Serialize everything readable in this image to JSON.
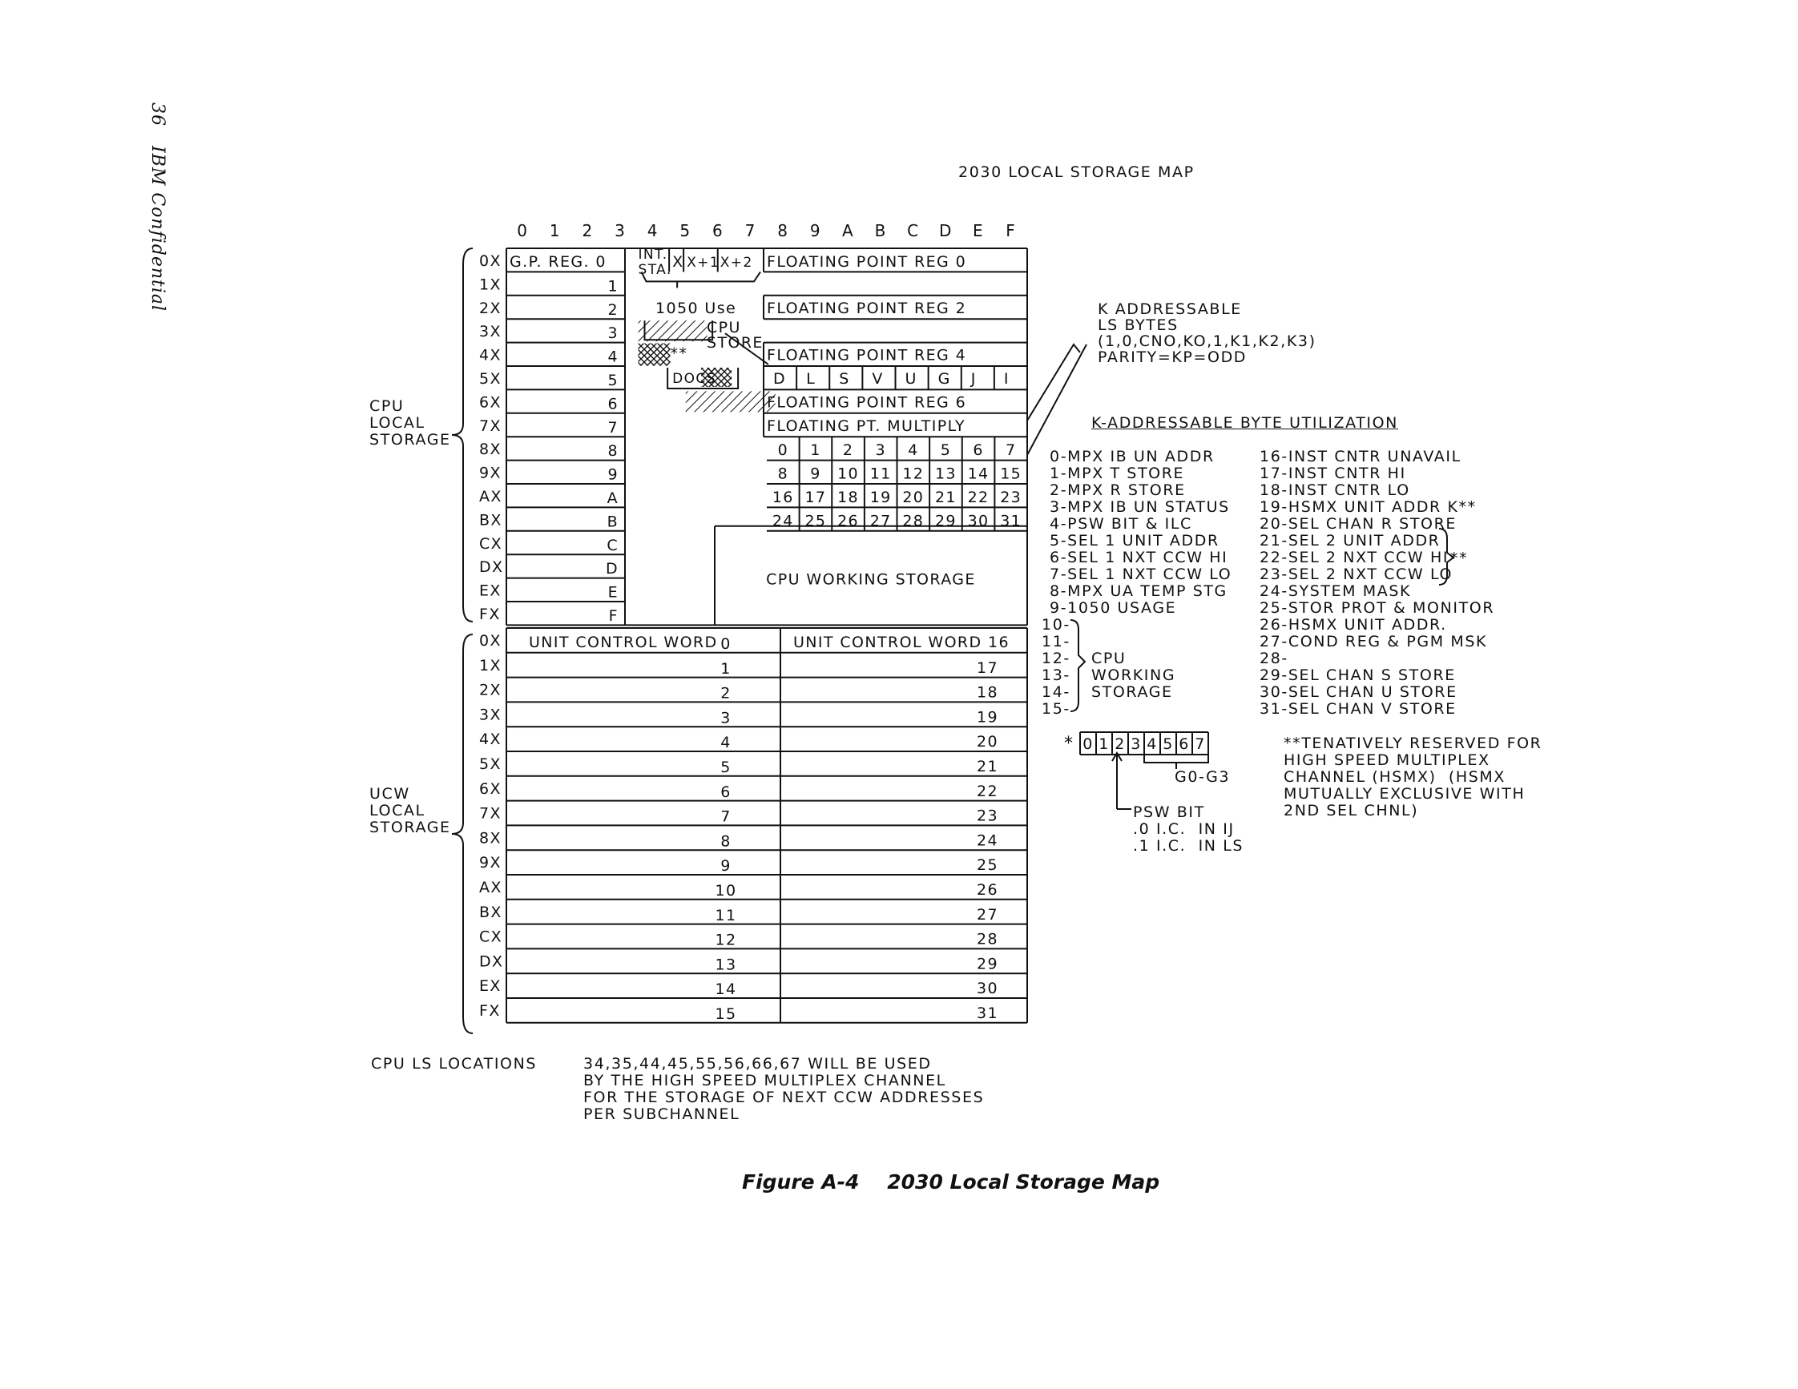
{
  "page": {
    "side_label": "36   IBM Confidential",
    "title": "2030 LOCAL STORAGE MAP",
    "caption": "Figure A-4    2030 Local Storage Map"
  },
  "column_headers": [
    "0",
    "1",
    "2",
    "3",
    "4",
    "5",
    "6",
    "7",
    "8",
    "9",
    "A",
    "B",
    "C",
    "D",
    "E",
    "F"
  ],
  "row_labels": [
    "0X",
    "1X",
    "2X",
    "3X",
    "4X",
    "5X",
    "6X",
    "7X",
    "8X",
    "9X",
    "AX",
    "BX",
    "CX",
    "DX",
    "EX",
    "FX"
  ],
  "cpu_section": {
    "group_label": "CPU\nLOCAL\nSTORAGE",
    "gp_reg_0": "G.P.  REG.  0",
    "gp_numbers": [
      "1",
      "2",
      "3",
      "4",
      "5",
      "6",
      "7",
      "8",
      "9",
      "A",
      "B",
      "C",
      "D",
      "E",
      "F"
    ],
    "int_sta": "INT.\nSTA.",
    "x_label": "X",
    "x1_label": "X+1",
    "x2_label": "X+2",
    "use_1050": "1050 Use",
    "cpu_store": "CPU\nSTORE",
    "stars": "**",
    "docs": "DOCS",
    "fp_reg_0": "FLOATING POINT REG 0",
    "fp_reg_2": "FLOATING POINT REG 2",
    "fp_reg_4": "FLOATING POINT REG 4",
    "fp_reg_6": "FLOATING POINT REG 6",
    "fp_multiply": "FLOATING PT. MULTIPLY",
    "flag_row": [
      "D",
      "L",
      "S",
      "V",
      "U",
      "G",
      "J",
      "I"
    ],
    "k_rows": [
      [
        "0",
        "1",
        "2",
        "3",
        "4",
        "5",
        "6",
        "7"
      ],
      [
        "8",
        "9",
        "10",
        "11",
        "12",
        "13",
        "14",
        "15"
      ],
      [
        "16",
        "17",
        "18",
        "19",
        "20",
        "21",
        "22",
        "23"
      ],
      [
        "24",
        "25",
        "26",
        "27",
        "28",
        "29",
        "30",
        "31"
      ]
    ],
    "working_storage": "CPU WORKING STORAGE"
  },
  "ucw_section": {
    "group_label": "UCW\nLOCAL\nSTORAGE",
    "ucw_left": "UNIT CONTROL WORD",
    "ucw_right": "UNIT CONTROL WORD 16",
    "left_numbers": [
      "0",
      "1",
      "2",
      "3",
      "4",
      "5",
      "6",
      "7",
      "8",
      "9",
      "10",
      "11",
      "12",
      "13",
      "14",
      "15"
    ],
    "right_numbers": [
      "17",
      "18",
      "19",
      "20",
      "21",
      "22",
      "23",
      "24",
      "25",
      "26",
      "27",
      "28",
      "29",
      "30",
      "31"
    ]
  },
  "k_addressable": {
    "header": "K ADDRESSABLE\nLS BYTES\n(1,0,CNO,KO,1,K1,K2,K3)\nPARITY=KP=ODD",
    "title": "K-ADDRESSABLE BYTE UTILIZATION",
    "left_list": "0-MPX IB UN ADDR\n1-MPX T STORE\n2-MPX R STORE\n3-MPX IB UN STATUS\n4-PSW BIT & ILC\n5-SEL 1 UNIT ADDR\n6-SEL 1 NXT CCW HI\n7-SEL 1 NXT CCW LO\n8-MPX UA TEMP STG\n9-1050 USAGE",
    "bracket_numbers": "10-\n11-\n12-\n13-\n14-\n15-",
    "bracket_label": "CPU\nWORKING\nSTORAGE",
    "right_list": "16-INST CNTR UNAVAIL\n17-INST CNTR HI\n18-INST CNTR LO\n19-HSMX UNIT ADDR K**\n20-SEL CHAN R STORE\n21-SEL 2 UNIT ADDR\n22-SEL 2 NXT CCW HI\n23-SEL 2 NXT CCW LO\n24-SYSTEM MASK\n25-STOR PROT & MONITOR\n26-HSMX UNIT ADDR.\n27-COND REG & PGM MSK\n28-\n29-SEL CHAN S STORE\n30-SEL CHAN U STORE\n31-SEL CHAN V STORE",
    "double_star": "**"
  },
  "psw": {
    "star": "*",
    "bits": [
      "0",
      "1",
      "2",
      "3",
      "4",
      "5",
      "6",
      "7"
    ],
    "g_label": "G0-G3",
    "note": "PSW BIT\n.0 I.C.  IN IJ\n.1 I.C.  IN LS"
  },
  "reserved_note": "**TENATIVELY RESERVED FOR\nHIGH SPEED MULTIPLEX\nCHANNEL (HSMX)  (HSMX\nMUTUALLY EXCLUSIVE WITH\n2ND SEL CHNL)",
  "locations_note": {
    "label": "CPU LS LOCATIONS",
    "text": "34,35,44,45,55,56,66,67 WILL BE USED\nBY THE HIGH SPEED MULTIPLEX CHANNEL\nFOR THE STORAGE OF NEXT CCW ADDRESSES\nPER SUBCHANNEL"
  }
}
